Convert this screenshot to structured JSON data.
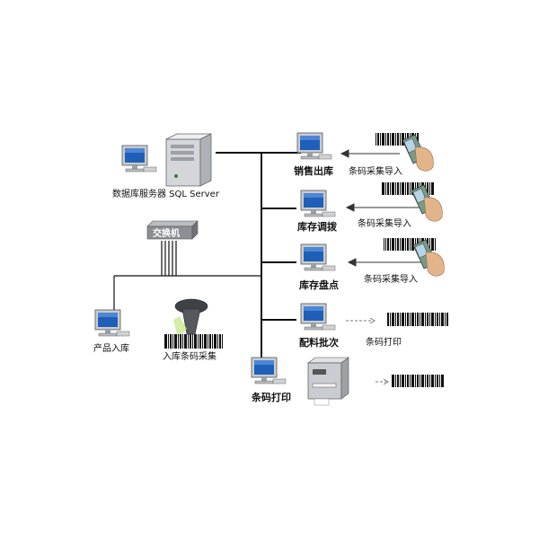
{
  "server": {
    "label": "数据库服务器 SQL Server"
  },
  "switch": {
    "label": "交换机"
  },
  "stations": {
    "sales_out": "销售出库",
    "inventory_transfer": "库存调拨",
    "inventory_check": "库存盘点",
    "batch_picking": "配料批次",
    "barcode_print": "条码打印",
    "product_in": "产品入库"
  },
  "actions": {
    "collect_import_1": "条码采集导入",
    "collect_import_2": "条码采集导入",
    "collect_import_3": "条码采集导入",
    "print_barcode": "条码打印",
    "inbound_collect": "入库条码采集"
  },
  "colors": {
    "line": "#111111",
    "monitor_frame": "#c8ccd0",
    "screen": "#1f5fb8",
    "switch_body": "#8c9096",
    "handheld": "#7a9a88",
    "hand": "#e2b48a"
  }
}
